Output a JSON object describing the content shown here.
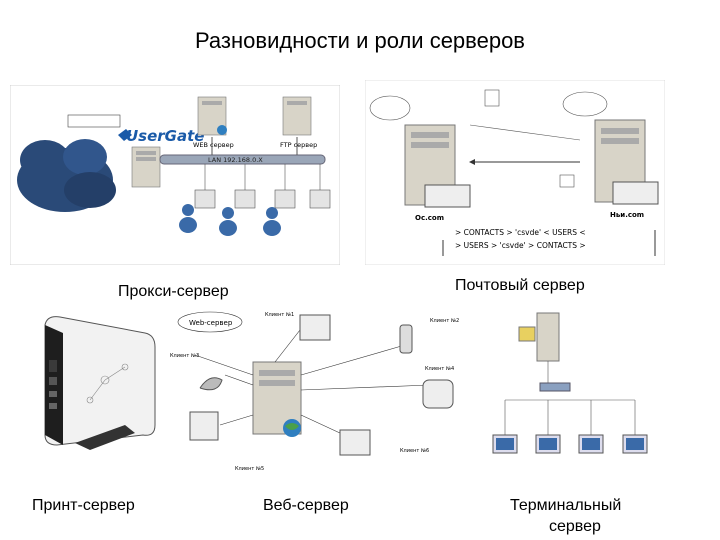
{
  "slide": {
    "title": "Разновидности и роли серверов"
  },
  "captions": {
    "proxy": "Прокси-сервер",
    "mail": "Почтовый сервер",
    "print": "Принт-сервер",
    "web": "Веб-сервер",
    "terminal_line1": "Терминальный",
    "terminal_line2": "сервер"
  },
  "proxy_diagram": {
    "brand": "UserGate",
    "web_server": "WEB сервер",
    "ftp_server": "FTP сервер",
    "lan": "LAN 192.168.0.X"
  },
  "mail_diagram": {
    "left_domain": "Oc.com",
    "right_domain": "Ньи.com",
    "row1": "> CONTACTS > 'csvde' < USERS <",
    "row2": "> USERS > 'csvde' > CONTACTS >"
  },
  "web_diagram": {
    "web_server_bubble": "Web-сервер",
    "client1": "Клиент №1",
    "client2": "Клиент №2",
    "client3": "Клиент №3",
    "client4": "Клиент №4",
    "client5": "Клиент №5",
    "client6": "Клиент №6"
  },
  "colors": {
    "tower": "#d8d4c8",
    "cloud": "#2a4a78",
    "lan_bar": "#9aa6b8",
    "user_icon": "#3a6aa8",
    "globe": "#2f7fc0"
  }
}
